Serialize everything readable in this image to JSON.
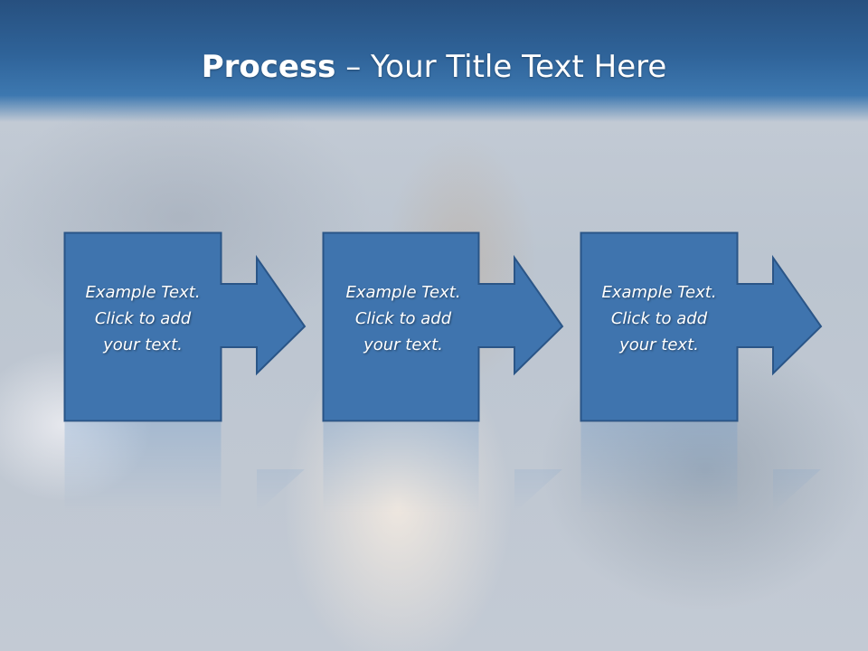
{
  "slide": {
    "title_bold": "Process",
    "title_rest": " – Your Title Text Here"
  },
  "process": {
    "steps": [
      {
        "text": "Example Text.\nClick  to add\nyour text."
      },
      {
        "text": "Example Text.\nClick  to add\nyour text."
      },
      {
        "text": "Example Text.\nClick  to add\nyour text."
      }
    ]
  },
  "colors": {
    "header": "#2f6399",
    "box_fill": "#3f74ae",
    "box_border": "#2a5587"
  }
}
